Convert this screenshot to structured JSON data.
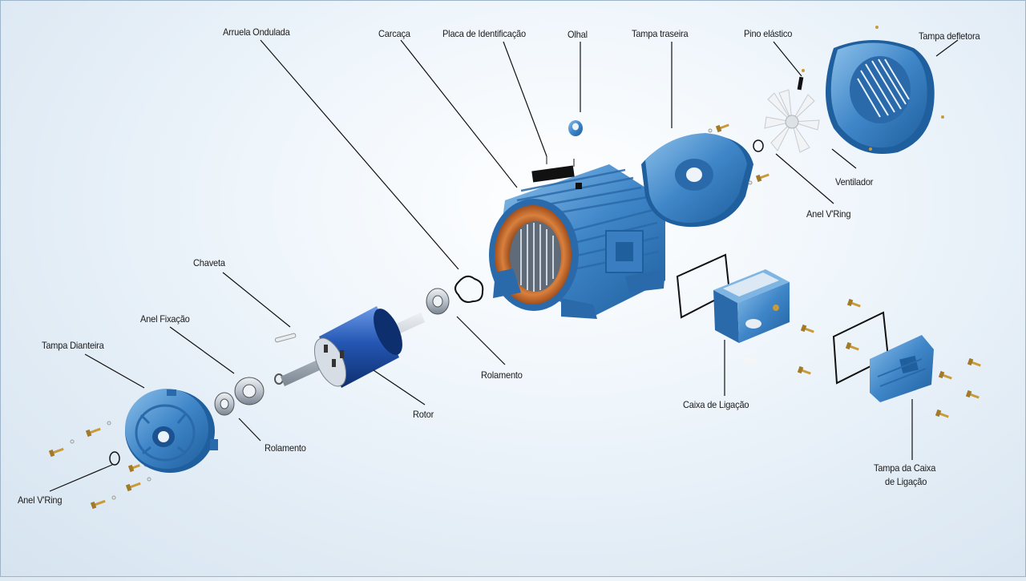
{
  "labels": {
    "arruela_ondulada": "Arruela Ondulada",
    "carcaca": "Carcaça",
    "placa_identificacao": "Placa de Identificação",
    "olhal": "Olhal",
    "tampa_traseira": "Tampa traseira",
    "pino_elastico": "Pino elástico",
    "tampa_defletora": "Tampa defletora",
    "ventilador": "Ventilador",
    "anel_vring_rear": "Anel V'Ring",
    "chaveta": "Chaveta",
    "anel_fixacao": "Anel Fixação",
    "tampa_dianteira": "Tampa Dianteira",
    "rolamento_rear": "Rolamento",
    "rotor": "Rotor",
    "rolamento_front": "Rolamento",
    "anel_vring_front": "Anel V'Ring",
    "caixa_ligacao": "Caixa de Ligação",
    "tampa_caixa_ligacao_1": "Tampa da Caixa",
    "tampa_caixa_ligacao_2": "de Ligação"
  },
  "colors": {
    "motor_blue": "#3f86c8",
    "motor_blue_dark": "#1f5f9e",
    "motor_blue_light": "#7fb5e3",
    "rotor_blue": "#2456b3",
    "copper": "#c0652a",
    "steel": "#b9c2cc",
    "bolt": "#c89a3a"
  }
}
